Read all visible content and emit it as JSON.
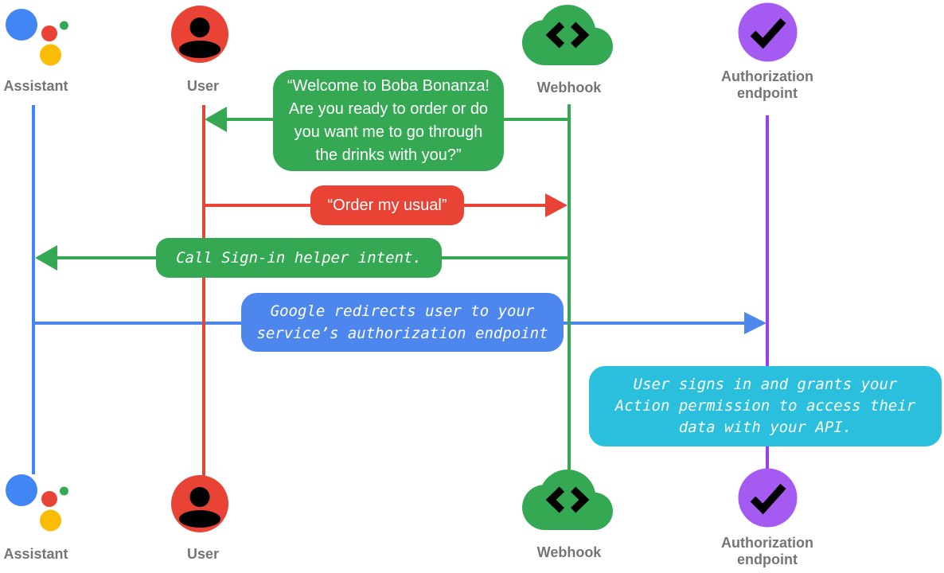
{
  "page": {
    "background": "#ffffff",
    "type": "sequence-diagram"
  },
  "actors": {
    "assistant": {
      "label": "Assistant",
      "icon": "google-assistant-logo",
      "lifeline_color": "#4285f4"
    },
    "user": {
      "label": "User",
      "icon": "user-circle-icon",
      "lifeline_color": "#e94335"
    },
    "webhook": {
      "label": "Webhook",
      "icon": "cloud-code-icon",
      "lifeline_color": "#34a853"
    },
    "authorization_endpoint": {
      "label_line1": "Authorization",
      "label_line2": "endpoint",
      "icon": "check-circle-icon",
      "lifeline_color": "#9b3df2"
    }
  },
  "messages": {
    "welcome": {
      "from": "webhook",
      "to": "user",
      "direction": "left",
      "color": "#34a853",
      "text_color": "#ffffff",
      "lines": [
        "“Welcome to Boba Bonanza!",
        "Are you ready to order or do",
        "you want me to go through",
        "the drinks with you?”"
      ]
    },
    "order": {
      "from": "user",
      "to": "webhook",
      "direction": "right",
      "color": "#e94335",
      "text_color": "#ffffff",
      "text": "“Order my usual”"
    },
    "sign_in": {
      "from": "webhook",
      "to": "assistant",
      "direction": "left",
      "color": "#34a853",
      "text_color": "#ffffff",
      "text": "Call Sign-in helper intent."
    },
    "redirect": {
      "from": "assistant",
      "to": "authorization_endpoint",
      "direction": "right",
      "color": "#4d86ec",
      "text_color": "#ffffff",
      "lines": [
        "Google redirects user to your",
        "service’s authorization endpoint"
      ]
    },
    "grant_note": {
      "attached_to": "authorization_endpoint",
      "color": "#2abfdd",
      "text_color": "#ffffff",
      "lines": [
        "User signs in and grants your",
        "Action permission to access their",
        "data with your API."
      ]
    }
  },
  "colors": {
    "assistant_logo_blue": "#4285f4",
    "assistant_logo_red": "#e94335",
    "assistant_logo_yellow": "#fbbc05",
    "assistant_logo_green": "#34a853",
    "label_gray": "#757575",
    "icon_glyph_black": "#000000",
    "auth_circle_purple": "#a55bf2"
  }
}
